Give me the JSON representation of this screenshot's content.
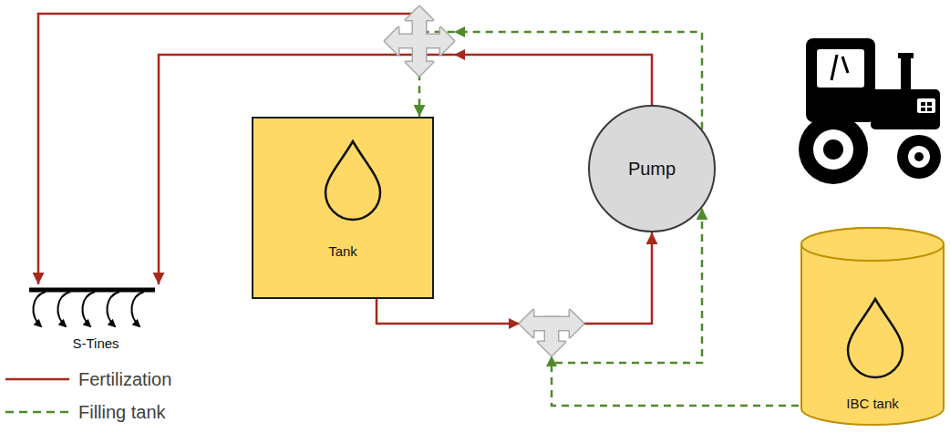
{
  "diagram": {
    "nodes": [
      {
        "text": [
          "S-Tines"
        ]
      },
      {
        "text": [
          "Tank"
        ]
      },
      {
        "text": [
          "Pump"
        ]
      },
      {
        "text": [
          "IBC tank"
        ]
      }
    ],
    "edges": [
      {
        "from": 1,
        "to": 2,
        "arrow": "to"
      },
      {
        "from": 2,
        "to": 0,
        "arrow": "to"
      },
      {
        "from": 3,
        "to": 2,
        "arrow": "to"
      },
      {
        "from": 2,
        "to": 1,
        "arrow": "to"
      }
    ],
    "legend": [
      {
        "text": "Fertilization"
      },
      {
        "text": "Filling tank"
      }
    ]
  }
}
